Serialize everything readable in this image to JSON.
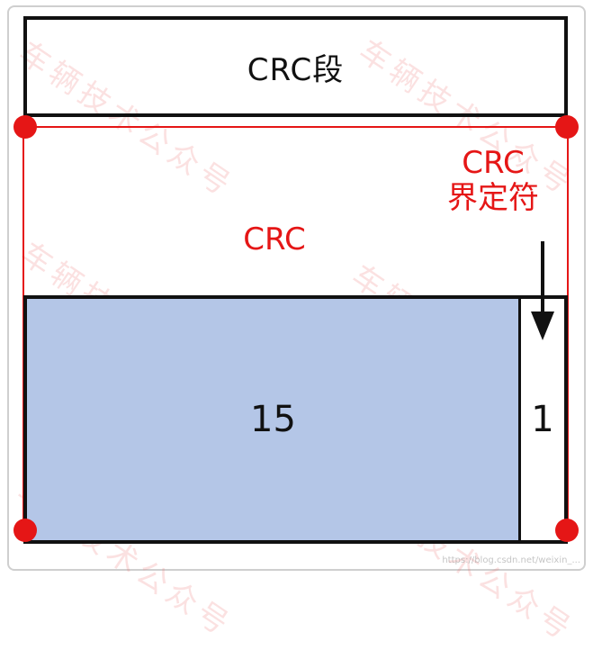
{
  "diagram": {
    "segment_title": "CRC段",
    "crc_label": "CRC",
    "delimiter_label_line1": "CRC",
    "delimiter_label_line2": "界定符",
    "field_crc_bits": "15",
    "field_delimiter_bits": "1"
  },
  "watermark": {
    "text": "车辆技术公众号",
    "footer": "https://blog.csdn.net/weixin_..."
  },
  "colors": {
    "accent_red": "#e51616",
    "field_fill": "#b4c6e7",
    "border": "#111111"
  },
  "icons": {
    "connector_dot": "red-dot-icon",
    "pointer": "down-arrow-icon"
  }
}
